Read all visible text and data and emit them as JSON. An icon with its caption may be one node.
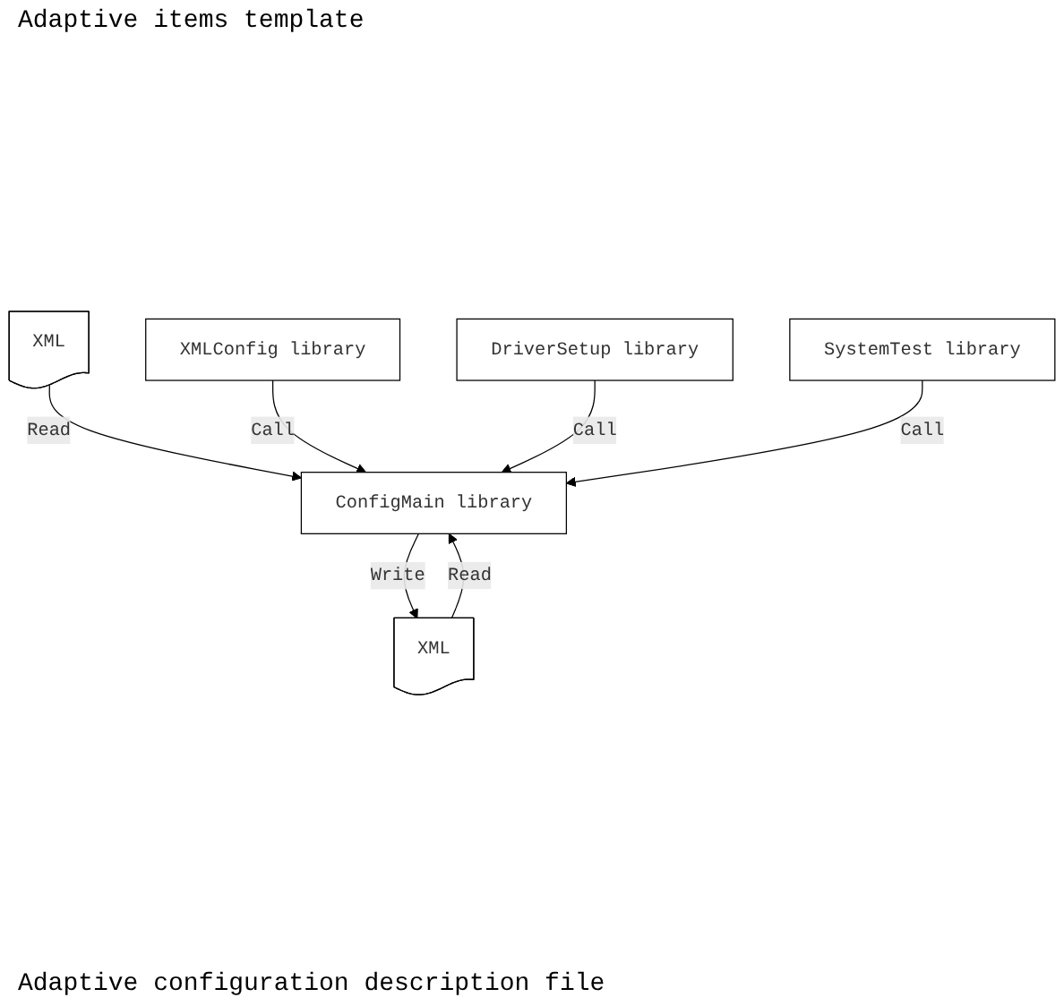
{
  "diagram": {
    "nodes": [
      {
        "text": [
          "XML"
        ]
      },
      {
        "text": [
          "XMLConfig library"
        ]
      },
      {
        "text": [
          "ConfigMain library"
        ]
      },
      {
        "text": [
          "DriverSetup library"
        ]
      },
      {
        "text": [
          "SystemTest library"
        ]
      },
      {
        "text": [
          "XML"
        ]
      }
    ],
    "edges": [
      {
        "from": 0,
        "to": 2,
        "arrow": "to",
        "label": "Read"
      },
      {
        "from": 1,
        "to": 2,
        "arrow": "to",
        "label": "Call"
      },
      {
        "from": 3,
        "to": 2,
        "arrow": "to",
        "label": "Call"
      },
      {
        "from": 4,
        "to": 2,
        "arrow": "to",
        "label": "Call"
      },
      {
        "from": 2,
        "to": 5,
        "arrow": "to",
        "label": "Write"
      },
      {
        "from": 5,
        "to": 2,
        "arrow": "to",
        "label": "Read"
      }
    ],
    "labels": [
      "Adaptive items template",
      "Adaptive configuration description file"
    ]
  }
}
